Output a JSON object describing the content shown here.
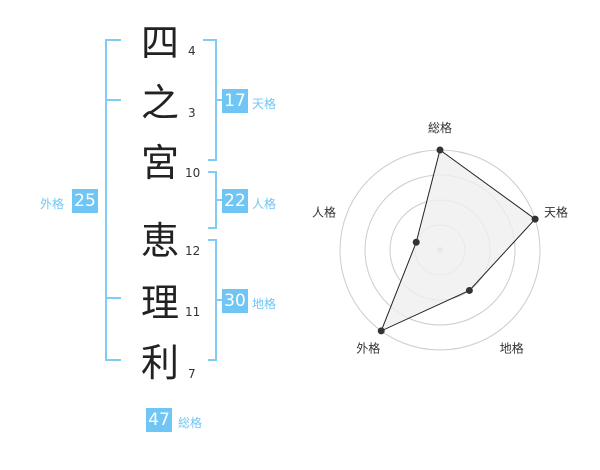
{
  "name": {
    "surname": [
      {
        "char": "四",
        "strokes": "4"
      },
      {
        "char": "之",
        "strokes": "3"
      },
      {
        "char": "宮",
        "strokes": "10"
      }
    ],
    "given": [
      {
        "char": "恵",
        "strokes": "12"
      },
      {
        "char": "理",
        "strokes": "11"
      },
      {
        "char": "利",
        "strokes": "7"
      }
    ]
  },
  "kakusu": {
    "tenkaku": {
      "value": "17",
      "label": "天格"
    },
    "jinkaku": {
      "value": "22",
      "label": "人格"
    },
    "chikaku": {
      "value": "30",
      "label": "地格"
    },
    "gaikaku": {
      "value": "25",
      "label": "外格"
    },
    "soukaku": {
      "value": "47",
      "label": "総格"
    }
  },
  "radar": {
    "axes": [
      "総格",
      "天格",
      "地格",
      "外格",
      "人格"
    ],
    "rings": 4,
    "values": [
      4,
      4,
      2,
      4,
      1
    ],
    "max": 4,
    "line_color": "#222222",
    "fill_color": "#efefef",
    "ring_color": "#cccccc"
  },
  "colors": {
    "accent": "#6fc6f4",
    "bracket": "#7fcdf6"
  }
}
